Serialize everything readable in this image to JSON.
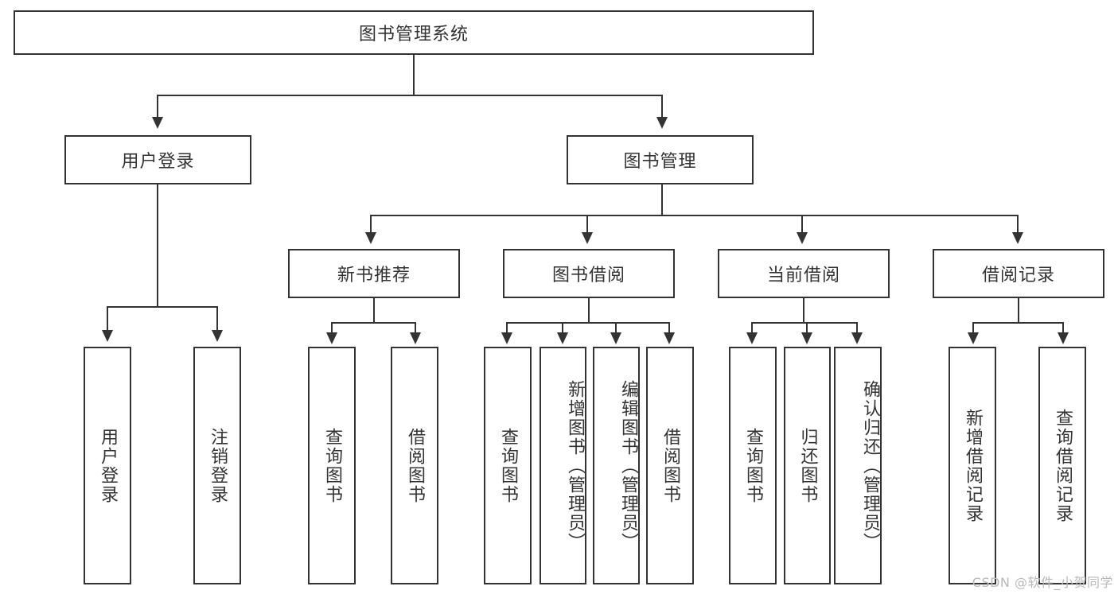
{
  "diagram": {
    "title": "图书管理系统",
    "root": {
      "label": "图书管理系统"
    },
    "level2": [
      {
        "label": "用户登录"
      },
      {
        "label": "图书管理"
      }
    ],
    "level3": [
      {
        "label": "新书推荐"
      },
      {
        "label": "图书借阅"
      },
      {
        "label": "当前借阅"
      },
      {
        "label": "借阅记录"
      }
    ],
    "leaves": {
      "user_login": [
        {
          "label": "用户登录"
        },
        {
          "label": "注销登录"
        }
      ],
      "new_book_recommend": [
        {
          "label": "查询图书"
        },
        {
          "label": "借阅图书"
        }
      ],
      "book_borrow": [
        {
          "label": "查询图书"
        },
        {
          "label": "新增图书（管理员）"
        },
        {
          "label": "编辑图书（管理员）"
        },
        {
          "label": "借阅图书"
        }
      ],
      "current_borrow": [
        {
          "label": "查询图书"
        },
        {
          "label": "归还图书"
        },
        {
          "label": "确认归还（管理员）"
        }
      ],
      "borrow_record": [
        {
          "label": "新增借阅记录"
        },
        {
          "label": "查询借阅记录"
        }
      ]
    }
  },
  "watermark": {
    "text": "CSDN @软件_小贺同学"
  },
  "colors": {
    "stroke": "#333333",
    "background": "#ffffff",
    "watermark": "#b9b9b9"
  }
}
